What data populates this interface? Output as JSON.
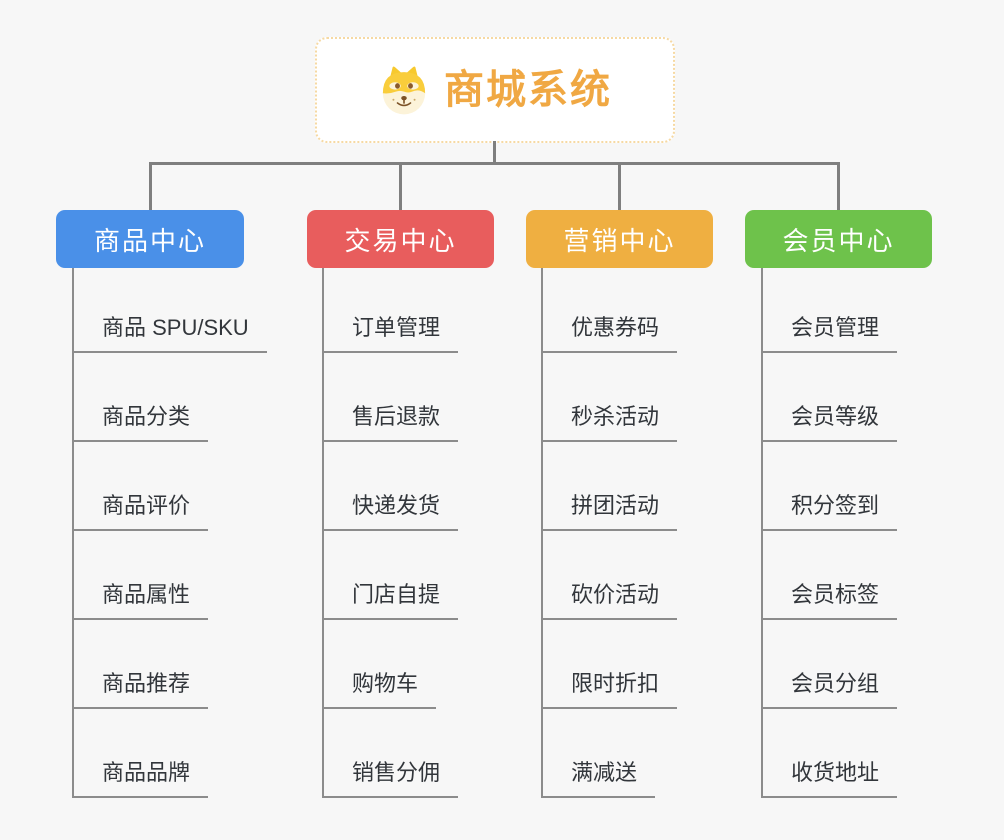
{
  "root": {
    "title": "商城系统",
    "accent_color": "#F0A843",
    "border_color": "#F6D9A3",
    "icon": "doge-icon"
  },
  "canvas": {
    "background": "#F7F7F7",
    "connector_color": "#7F7F7F",
    "underline_color": "#8C8C8C",
    "item_text_color": "#32363B"
  },
  "branches": [
    {
      "label": "商品中心",
      "color": "#4A90E8",
      "children": [
        "商品 SPU/SKU",
        "商品分类",
        "商品评价",
        "商品属性",
        "商品推荐",
        "商品品牌"
      ]
    },
    {
      "label": "交易中心",
      "color": "#E85D5D",
      "children": [
        "订单管理",
        "售后退款",
        "快递发货",
        "门店自提",
        "购物车",
        "销售分佣"
      ]
    },
    {
      "label": "营销中心",
      "color": "#EFAF41",
      "children": [
        "优惠券码",
        "秒杀活动",
        "拼团活动",
        "砍价活动",
        "限时折扣",
        "满减送"
      ]
    },
    {
      "label": "会员中心",
      "color": "#6EC24B",
      "children": [
        "会员管理",
        "会员等级",
        "积分签到",
        "会员标签",
        "会员分组",
        "收货地址"
      ]
    }
  ]
}
